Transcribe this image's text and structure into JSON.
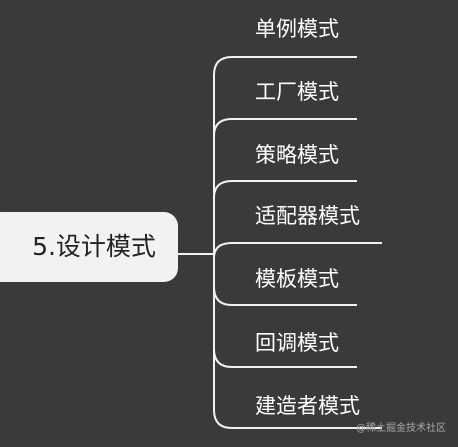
{
  "root": {
    "label": "5.设计模式"
  },
  "branches": [
    {
      "label": "单例模式"
    },
    {
      "label": "工厂模式"
    },
    {
      "label": "策略模式"
    },
    {
      "label": "适配器模式"
    },
    {
      "label": "模板模式"
    },
    {
      "label": "回调模式"
    },
    {
      "label": "建造者模式"
    }
  ],
  "watermark": {
    "text": "@稀土掘金技术社区"
  },
  "colors": {
    "background": "#3a3a3c",
    "node_fill": "#f2f2f2",
    "connector": "#f2f2f2",
    "text_light": "#ffffff",
    "text_dark": "#222222"
  }
}
